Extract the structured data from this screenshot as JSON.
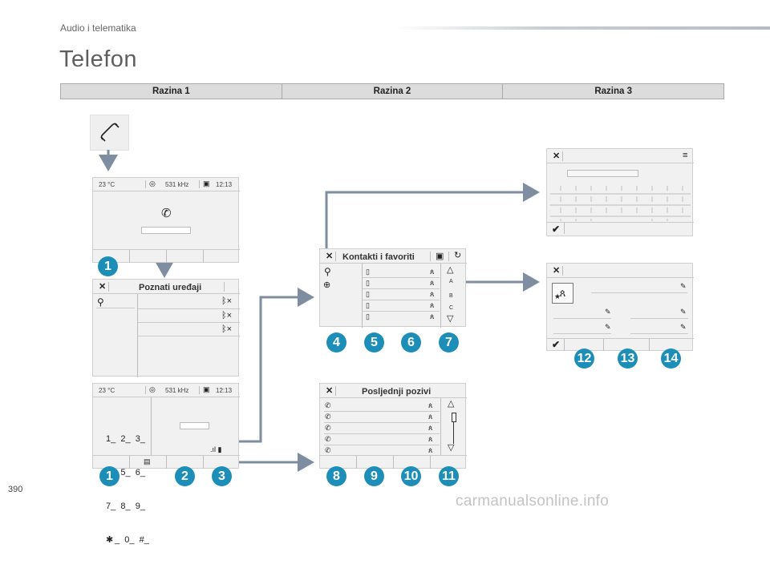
{
  "header": {
    "section": "Audio i telematika",
    "title": "Telefon"
  },
  "levels": [
    "Razina 1",
    "Razina 2",
    "Razina 3"
  ],
  "status": {
    "temperature": "23 °C",
    "frequency": "531 kHz",
    "time": "12:13"
  },
  "screens": {
    "known_devices": {
      "title": "Poznati uređaji"
    },
    "contacts": {
      "title": "Kontakti i favoriti",
      "alpha": [
        "A",
        "B",
        "C"
      ]
    },
    "recent_calls": {
      "title": "Posljednji pozivi"
    }
  },
  "keypad": {
    "row1": "1_  2_  3_",
    "row2": "4_  5_  6_",
    "row3": "7_  8_  9_",
    "row4": "_  0_  #_"
  },
  "badges": {
    "b1_top": "1",
    "b1_bottom": "1",
    "b2": "2",
    "b3": "3",
    "b4": "4",
    "b5": "5",
    "b6": "6",
    "b7": "7",
    "b8": "8",
    "b9": "9",
    "b10": "10",
    "b11": "11",
    "b12": "12",
    "b13": "13",
    "b14": "14"
  },
  "footer": {
    "page_number": "390",
    "watermark": "carmanualsonline.info"
  },
  "colors": {
    "badge": "#1d8eb7",
    "arrow": "#7e8ea0"
  }
}
